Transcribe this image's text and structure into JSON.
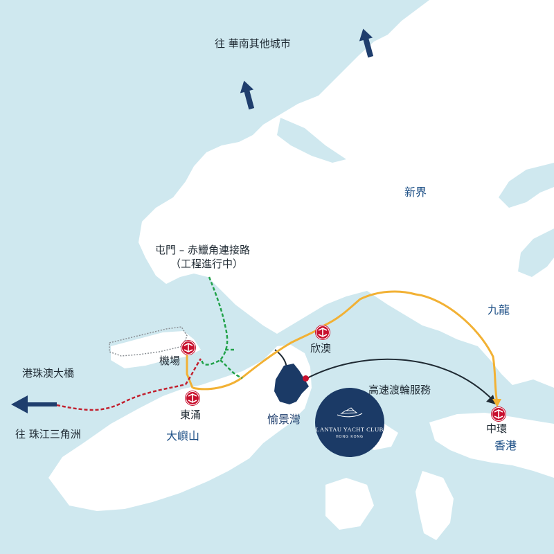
{
  "map": {
    "colors": {
      "sea": "#cfe8ef",
      "land": "#ffffff",
      "route_yellow": "#f2b134",
      "route_red": "#c2202e",
      "route_green": "#22a24a",
      "route_gray": "#8a8f94",
      "ferry": "#1f2a33",
      "arrow": "#1f3e6d",
      "discovery_bay": "#1b3a66"
    },
    "labels": {
      "north_cities": "往 華南其他城市",
      "new_territories": "新界",
      "kowloon": "九龍",
      "link_road_line1": "屯門 – 赤鱲角連接路",
      "link_road_line2": "（工程進行中）",
      "hzmb": "港珠澳大橋",
      "prd": "往 珠江三角洲",
      "airport": "機場",
      "tung_chung": "東涌",
      "lantau": "大嶼山",
      "sunny_bay": "欣澳",
      "discovery_bay": "愉景灣",
      "ferry_service": "高速渡輪服務",
      "central": "中環",
      "hong_kong": "香港"
    },
    "club_logo": {
      "name": "LANTAU YACHT CLUB",
      "sub": "HONG KONG"
    },
    "icons": [
      "mtr-icon",
      "yacht-icon",
      "arrow-icon"
    ]
  }
}
